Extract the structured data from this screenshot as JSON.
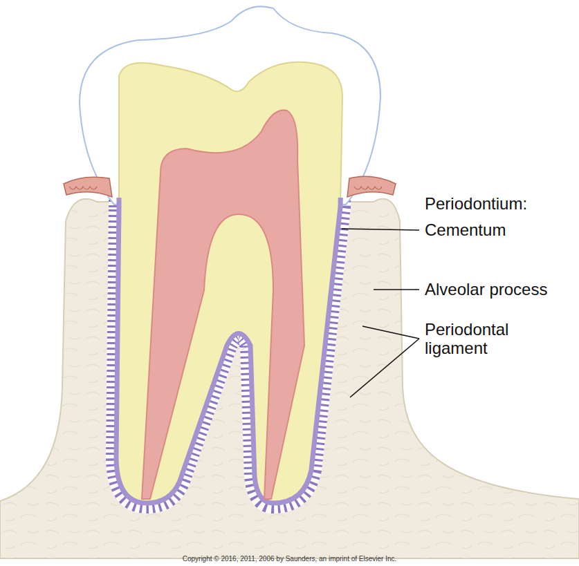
{
  "diagram": {
    "labels": [
      "Periodontium:",
      "Cementum",
      "Alveolar process",
      "Periodontal ligament",
      "Copyright © 2016, 2011, 2006 by Saunders, an imprint of Elsevier Inc."
    ]
  }
}
